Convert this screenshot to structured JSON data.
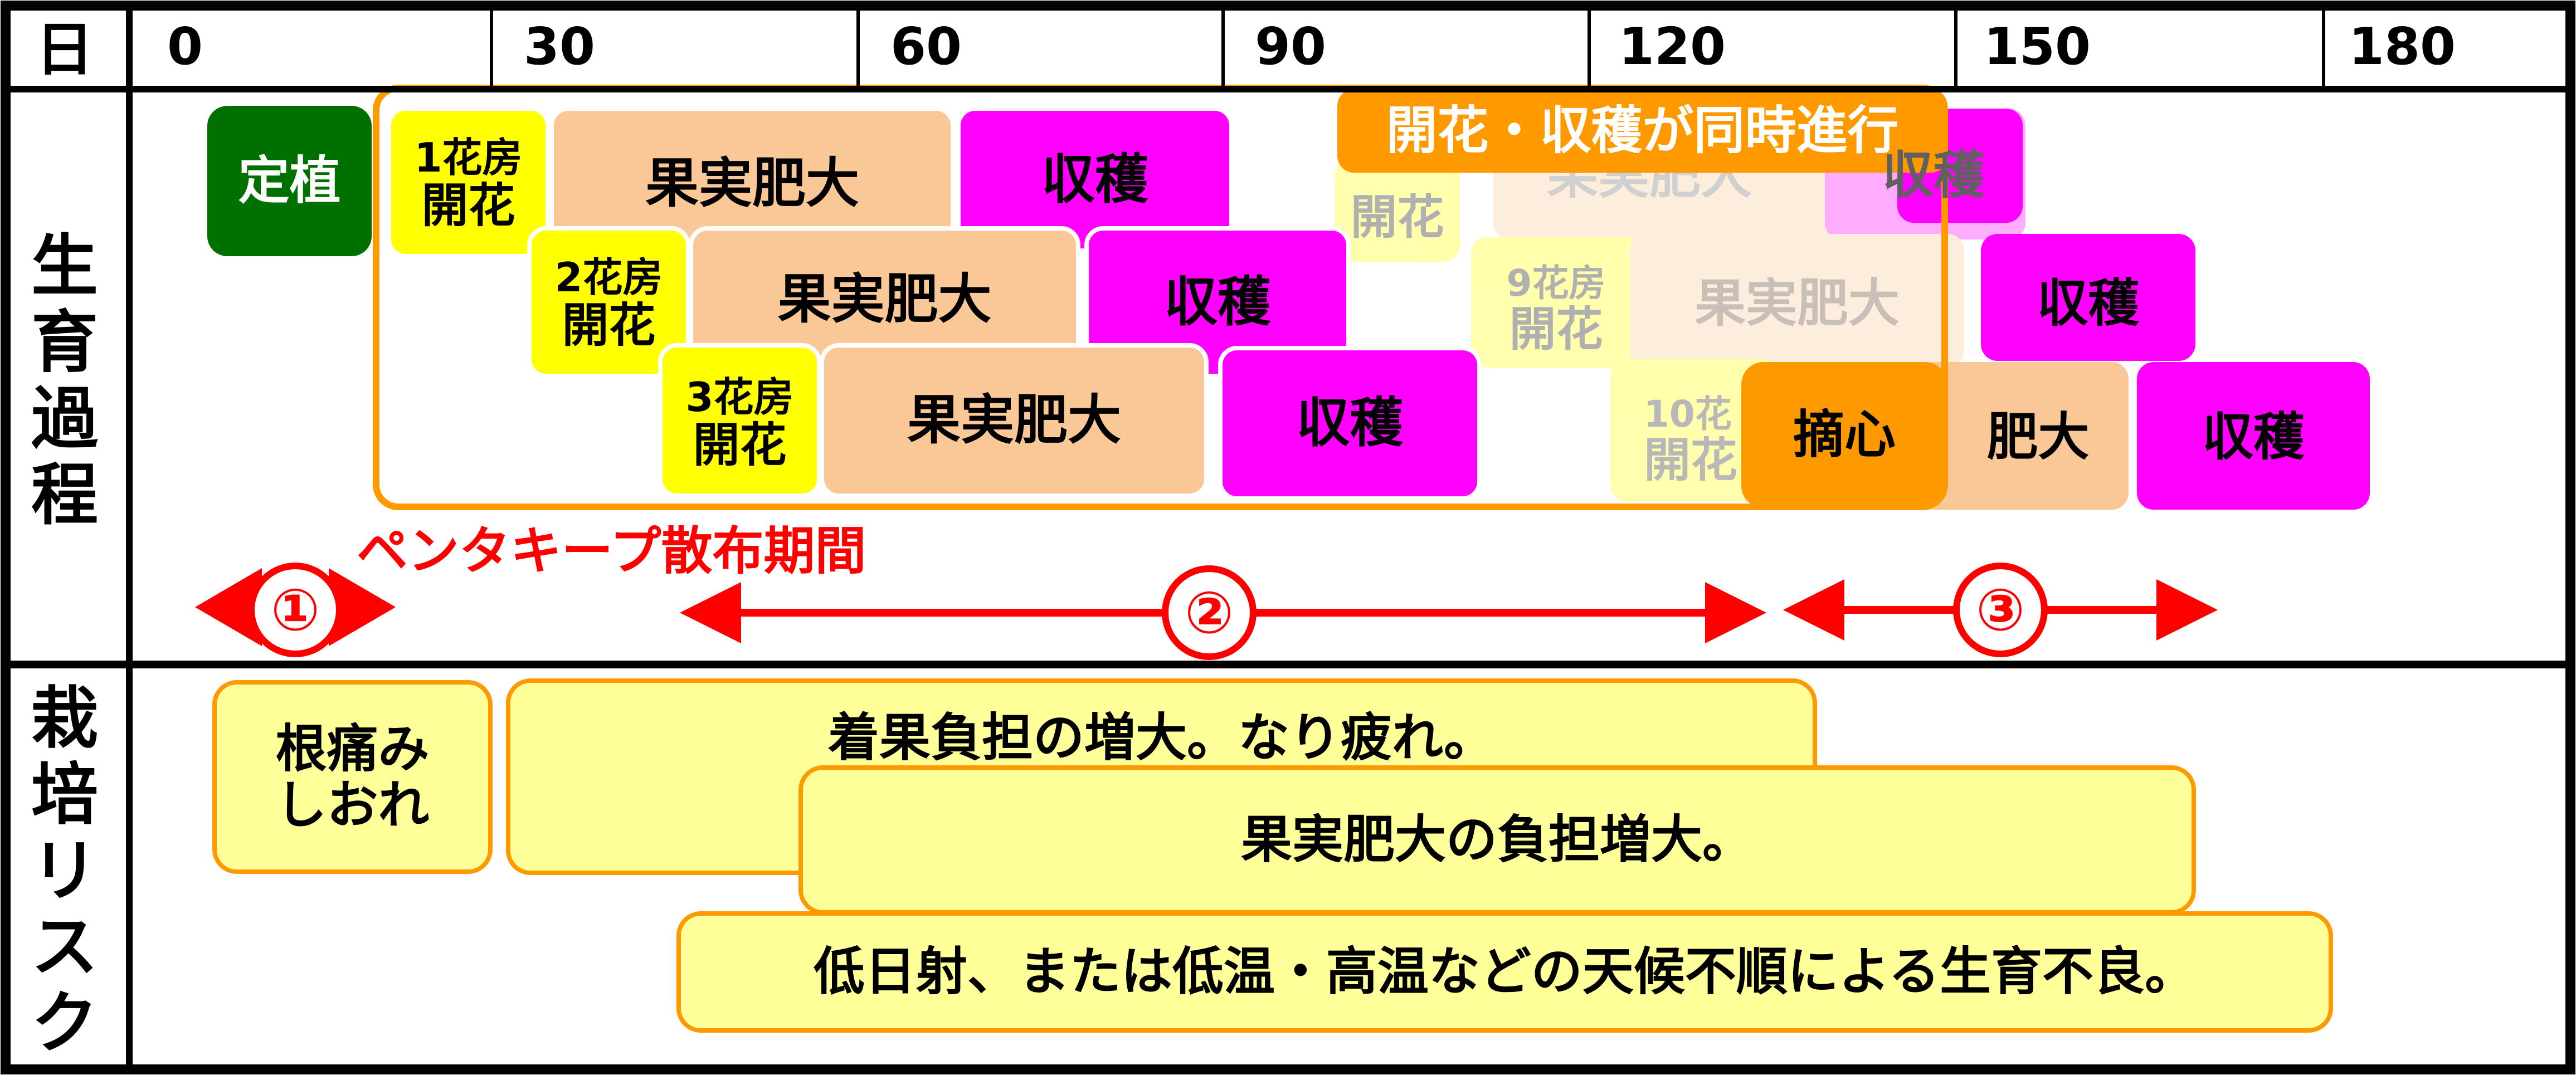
{
  "header": {
    "day_label": "日",
    "ticks": [
      "0",
      "30",
      "60",
      "90",
      "120",
      "150",
      "180"
    ]
  },
  "row_labels": {
    "growth": [
      "生",
      "育",
      "過",
      "程"
    ],
    "risk": [
      "栽",
      "培",
      "リ",
      "ス",
      "ク"
    ]
  },
  "growth": {
    "planting": "定植",
    "flower1": [
      "1花房",
      "開花"
    ],
    "flower2": [
      "2花房",
      "開花"
    ],
    "flower3": [
      "3花房",
      "開花"
    ],
    "flower9": [
      "9花房",
      "開花"
    ],
    "flower10": [
      "10花",
      "開花"
    ],
    "flower_faded_top": "開花",
    "enlarge": "果実肥大",
    "enlarge_partial": "肥大",
    "harvest": "収穫",
    "pinching": "摘心",
    "callout": "開花・収穫が同時進行"
  },
  "spray": {
    "title": "ペンタキープ散布期間",
    "periods": [
      "①",
      "②",
      "③"
    ]
  },
  "risks": {
    "root_damage": [
      "根痛み",
      "しおれ"
    ],
    "fruit_load": "着果負担の増大。なり疲れ。",
    "enlarge_load": "果実肥大の負担増大。",
    "weather": "低日射、または低温・高温などの天候不順による生育不良。"
  },
  "colors": {
    "planting": "#007000",
    "flower": "#ffff00",
    "enlarge": "#fac896",
    "harvest": "#ff00ff",
    "callout": "#ff9900",
    "spray_arrow": "#ff0000",
    "risk_fill": "#ffff99",
    "risk_border": "#ff9900"
  }
}
